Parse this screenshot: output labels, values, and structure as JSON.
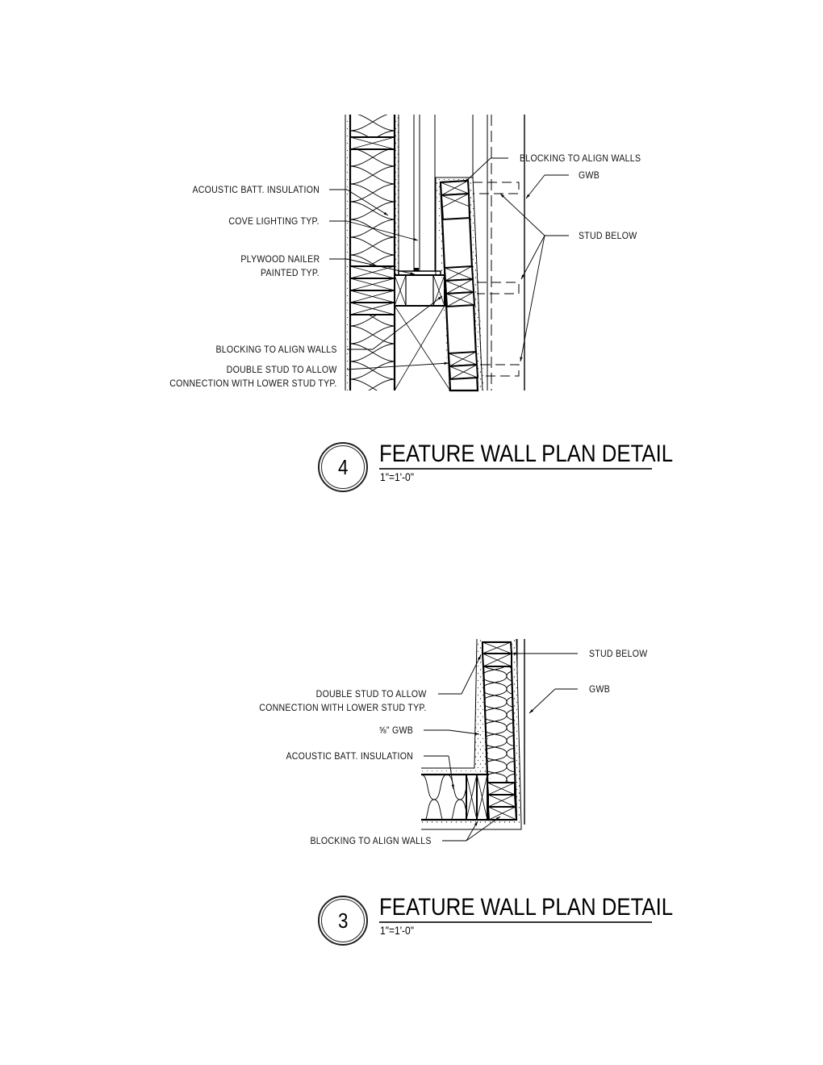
{
  "sheet": {
    "background": "#ffffff",
    "line_color": "#000000"
  },
  "detail_4": {
    "number": "4",
    "title": "FEATURE WALL PLAN DETAIL",
    "scale": "1\"=1'-0\"",
    "labels": {
      "acoustic_batt": "ACOUSTIC BATT. INSULATION",
      "cove_lighting": "COVE LIGHTING TYP.",
      "plywood_nailer_1": "PLYWOOD NAILER",
      "plywood_nailer_2": "PAINTED TYP.",
      "blocking_left": "BLOCKING TO ALIGN WALLS",
      "double_stud_1": "DOUBLE STUD TO ALLOW",
      "double_stud_2": "CONNECTION WITH LOWER STUD TYP.",
      "blocking_right": "BLOCKING TO ALIGN WALLS",
      "gwb": "GWB",
      "stud_below": "STUD BELOW"
    }
  },
  "detail_3": {
    "number": "3",
    "title": "FEATURE WALL PLAN DETAIL",
    "scale": "1\"=1'-0\"",
    "labels": {
      "stud_below": "STUD BELOW",
      "gwb": "GWB",
      "double_stud_1": "DOUBLE STUD TO ALLOW",
      "double_stud_2": "CONNECTION WITH LOWER STUD TYP.",
      "gwb_58": "⅝\" GWB",
      "acoustic_batt": "ACOUSTIC BATT. INSULATION",
      "blocking": "BLOCKING TO ALIGN WALLS"
    }
  }
}
